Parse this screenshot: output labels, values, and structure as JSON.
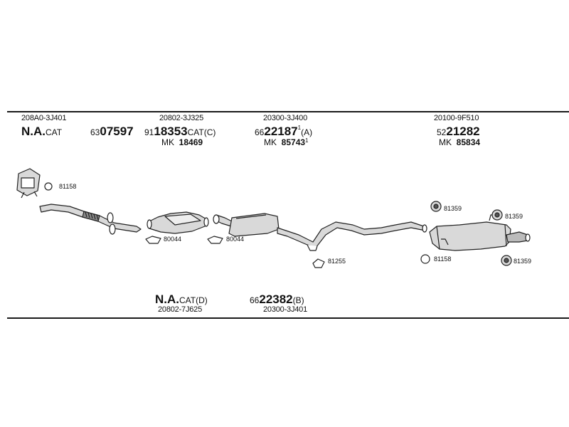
{
  "header_groups": [
    {
      "part_no": "208A0-3J401",
      "pre": "N.A.",
      "suffix": "CAT"
    },
    {
      "pre": "63",
      "num": "07597"
    },
    {
      "part_no": "20802-3J325",
      "pre": "91",
      "num": "18353",
      "suffix": "CAT(C)",
      "mk_prefix": "MK",
      "mk": "18469"
    },
    {
      "part_no": "20300-3J400",
      "pre": "66",
      "num": "22187",
      "sup": "1",
      "suffix": "(A)",
      "mk_prefix": "MK",
      "mk": "85743",
      "mk_sup": "1"
    },
    {
      "part_no": "20100-9F510",
      "pre": "52",
      "num": "21282",
      "mk_prefix": "MK",
      "mk": "85834"
    }
  ],
  "footer_groups": [
    {
      "pre": "N.A.",
      "suffix": "CAT(D)",
      "part_no": "20802-7J625"
    },
    {
      "pre": "66",
      "num": "22382",
      "suffix": "(B)",
      "part_no": "20300-3J401"
    }
  ],
  "ref_labels": {
    "r1": "81158",
    "r2": "80044",
    "r3": "80044",
    "r4": "81255",
    "r5": "81359",
    "r6": "81359",
    "r7": "81158",
    "r8": "81359"
  },
  "colors": {
    "line": "#1a1a1a",
    "part_fill": "#d9d9d9",
    "part_stroke": "#222222"
  }
}
